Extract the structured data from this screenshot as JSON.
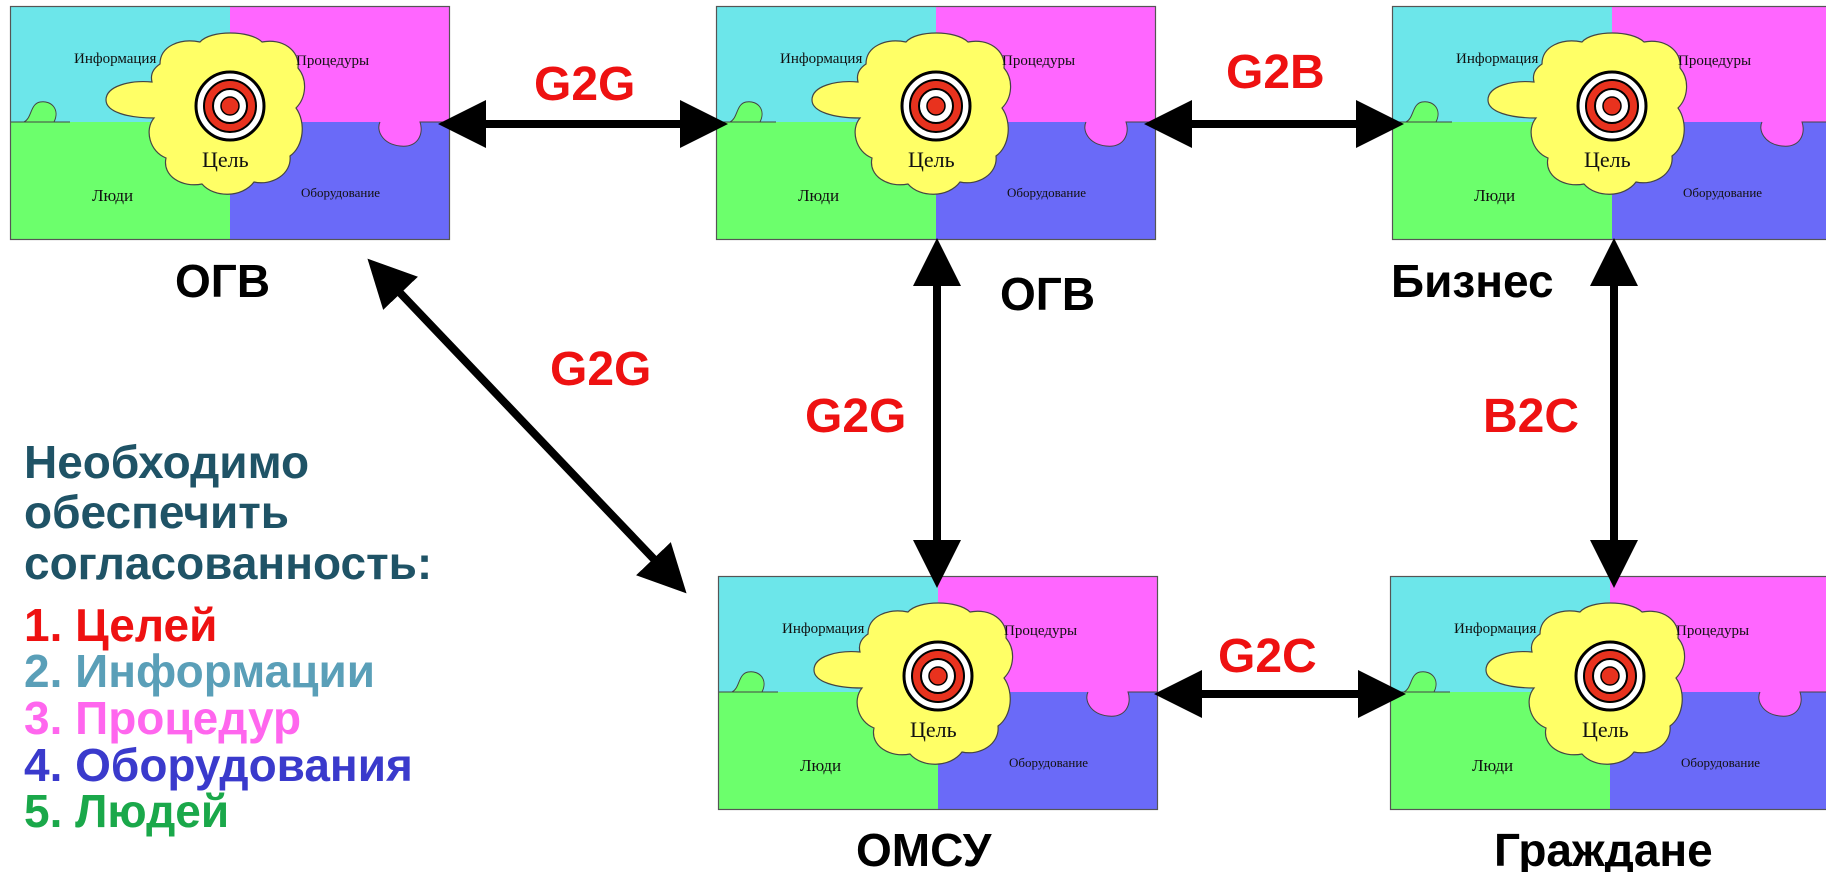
{
  "puzzle": {
    "info": "Информация",
    "proc": "Процедуры",
    "people": "Люди",
    "equip": "Оборудование",
    "goal": "Цель"
  },
  "nodes": {
    "ogv_left": "ОГВ",
    "ogv_center": "ОГВ",
    "business": "Бизнес",
    "omsu": "ОМСУ",
    "citizens": "Граждане"
  },
  "links": {
    "g2g_top": "G2G",
    "g2b": "G2B",
    "g2g_diag": "G2G",
    "g2g_vert": "G2G",
    "b2c": "B2C",
    "g2c": "G2C"
  },
  "note": {
    "line1": "Необходимо",
    "line2": "обеспечить",
    "line3": "согласованность:",
    "items": [
      "1. Целей",
      "2. Информации",
      "3. Процедур",
      "4. Оборудования",
      "5. Людей"
    ]
  },
  "colors": {
    "info": "#6ce6ea",
    "proc": "#ff66ff",
    "people": "#6cff6c",
    "equip": "#6a6af8",
    "goal": "#ffff66",
    "link_text": "#ee1111",
    "note_head": "#1f5366",
    "item1": "#ee1111",
    "item2": "#5a9fb8",
    "item3": "#ff66ee",
    "item4": "#3a3acc",
    "item5": "#1aa84a"
  }
}
